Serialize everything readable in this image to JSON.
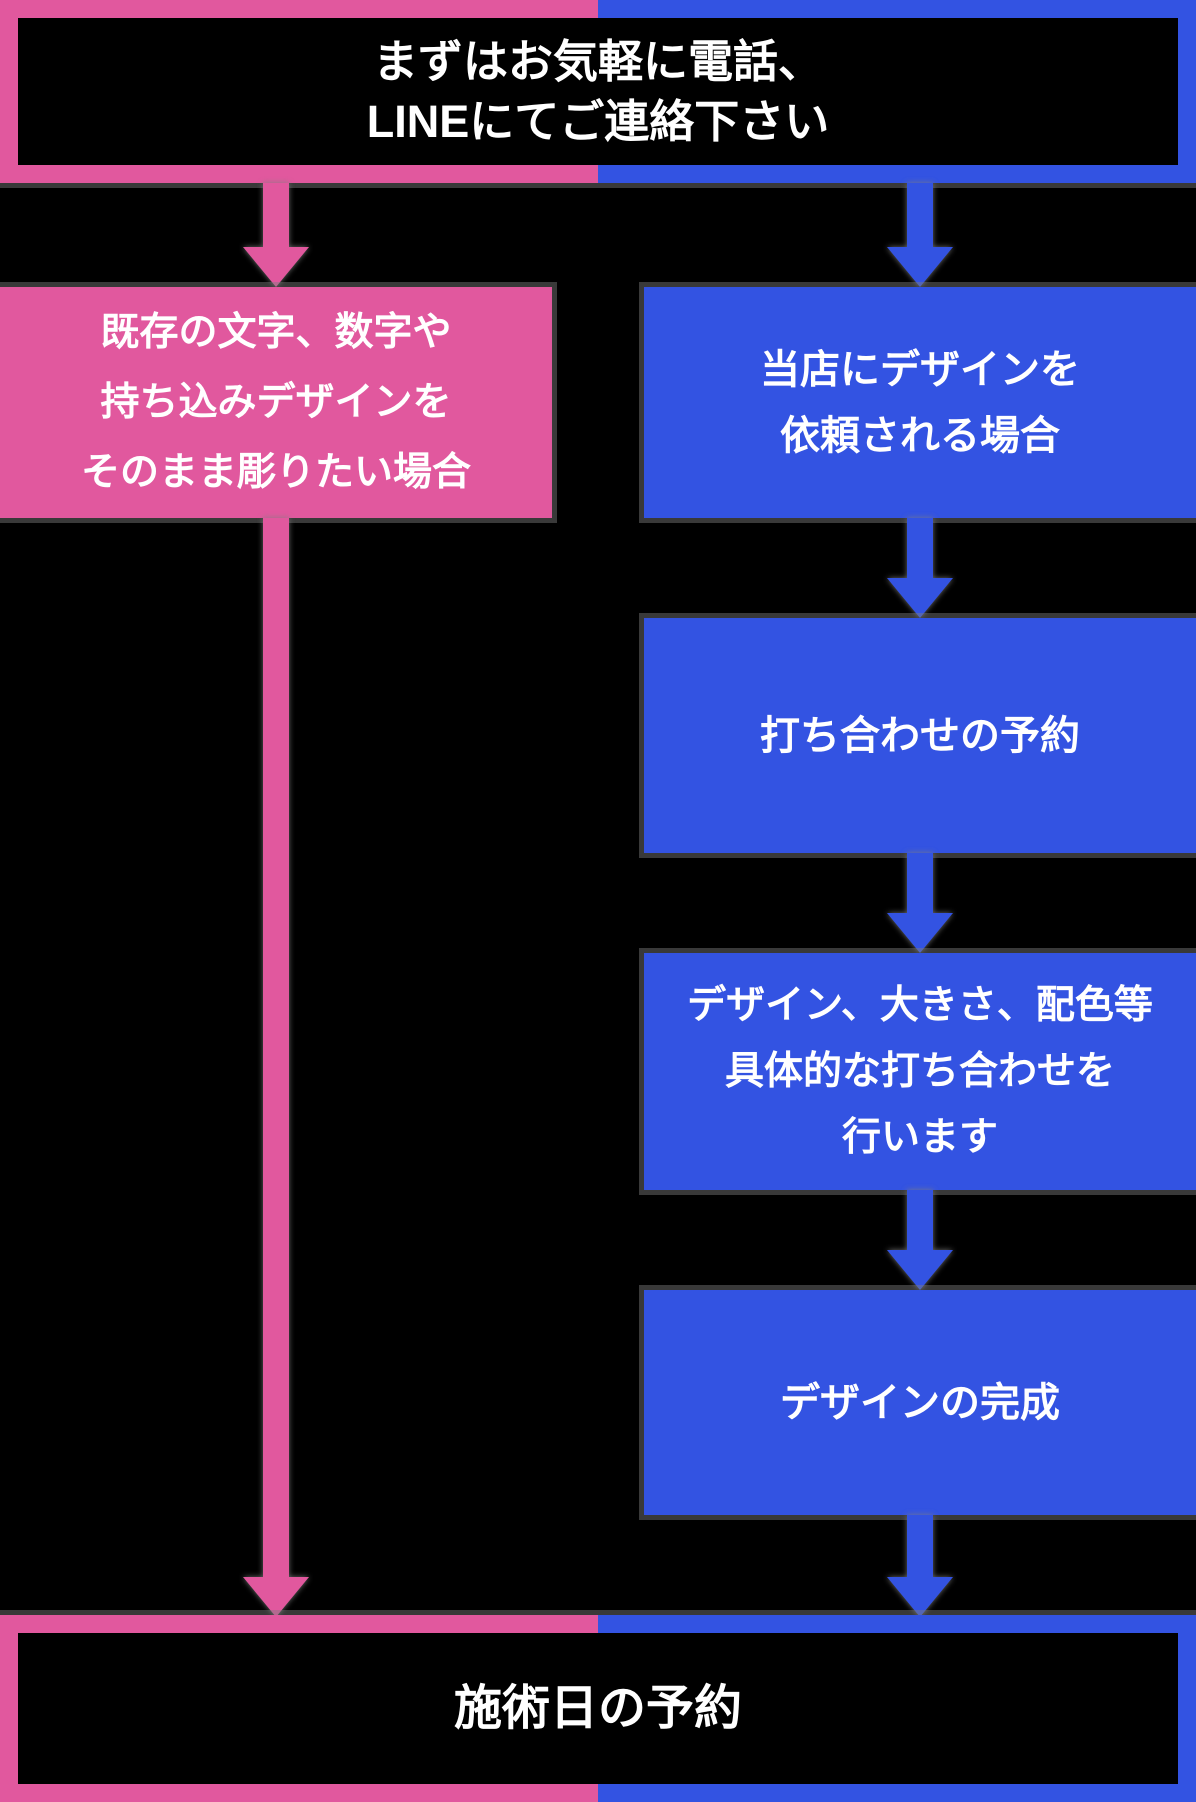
{
  "colors": {
    "pink": "#e1589e",
    "blue": "#3353e2",
    "background": "#000000",
    "text": "#ffffff",
    "shadow_gray": "#7f7f7f"
  },
  "top_banner": {
    "lines": [
      "まずはお気軽に電話、",
      "LINEにてご連絡下さい"
    ]
  },
  "left_branch": {
    "box": {
      "lines": [
        "既存の文字、数字や",
        "持ち込みデザインを",
        "そのまま彫りたい場合"
      ]
    }
  },
  "right_branch": {
    "box1": {
      "lines": [
        "当店にデザインを",
        "依頼される場合"
      ]
    },
    "box2": {
      "lines": [
        "打ち合わせの予約"
      ]
    },
    "box3": {
      "lines": [
        "デザイン、大きさ、配色等",
        "具体的な打ち合わせを",
        "行います"
      ]
    },
    "box4": {
      "lines": [
        "デザインの完成"
      ]
    }
  },
  "bottom_banner": {
    "lines": [
      "施術日の予約"
    ]
  }
}
